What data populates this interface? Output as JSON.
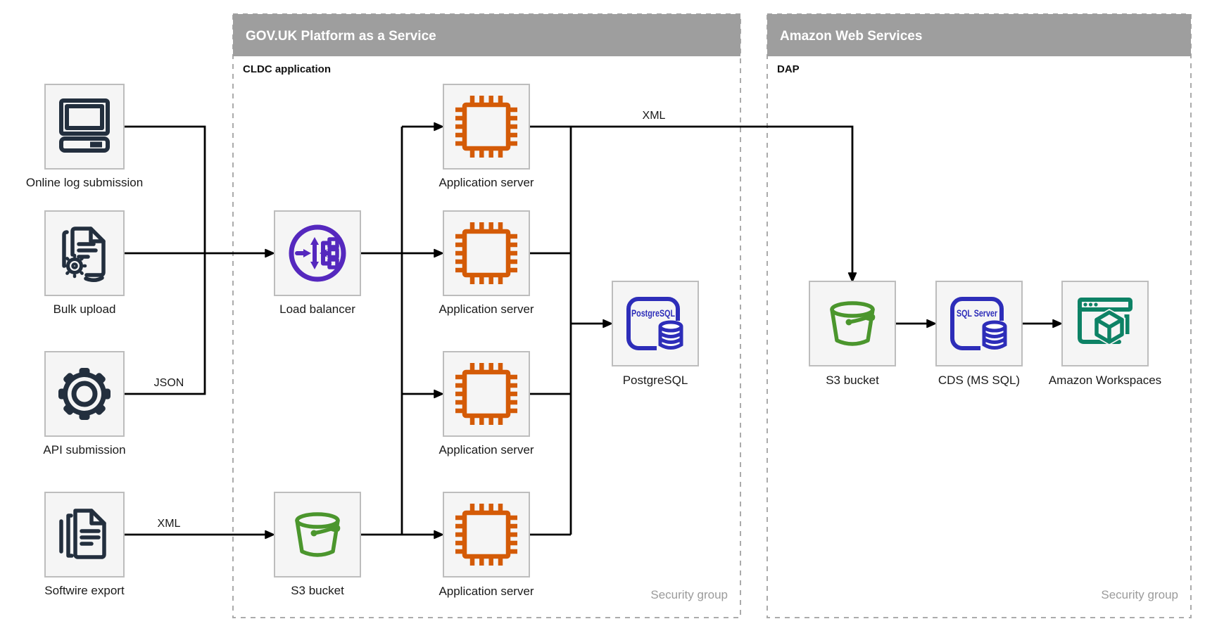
{
  "diagram_type": "architecture-diagram",
  "external_sources": {
    "online_log": {
      "label": "Online log submission",
      "icon": "computer-icon"
    },
    "bulk_upload": {
      "label": "Bulk upload",
      "icon": "document-gear-icon"
    },
    "api_submission": {
      "label": "API submission",
      "icon": "gear-icon"
    },
    "softwire_export": {
      "label": "Softwire export",
      "icon": "documents-stack-icon"
    }
  },
  "govuk": {
    "title": "GOV.UK Platform as a Service",
    "subtitle": "CLDC application",
    "security_label": "Security group",
    "load_balancer": {
      "label": "Load balancer",
      "icon": "load-balancer-icon"
    },
    "s3_bucket": {
      "label": "S3 bucket",
      "icon": "s3-bucket-icon"
    },
    "app_servers": [
      {
        "label": "Application server",
        "icon": "chip-icon"
      },
      {
        "label": "Application server",
        "icon": "chip-icon"
      },
      {
        "label": "Application server",
        "icon": "chip-icon"
      },
      {
        "label": "Application server",
        "icon": "chip-icon"
      }
    ],
    "postgresql": {
      "label": "PostgreSQL",
      "icon_text": "PostgreSQL",
      "icon": "postgresql-icon"
    }
  },
  "aws": {
    "title": "Amazon Web Services",
    "subtitle": "DAP",
    "security_label": "Security group",
    "s3_bucket": {
      "label": "S3 bucket",
      "icon": "s3-bucket-icon"
    },
    "cds": {
      "label": "CDS (MS SQL)",
      "icon_text": "SQL Server",
      "icon": "sql-server-icon"
    },
    "workspaces": {
      "label": "Amazon Workspaces",
      "icon": "workspaces-icon"
    }
  },
  "edge_labels": {
    "api_to_lb": "JSON",
    "softwire_to_s3": "XML",
    "app_to_aws": "XML"
  },
  "colors": {
    "source_icon_navy": "#232F3E",
    "app_server_orange": "#D45B07",
    "load_balancer_purple": "#5528BE",
    "s3_green": "#4B962D",
    "database_blue": "#2D2DB9",
    "workspaces_teal": "#0D8265",
    "header_gray": "#9E9E9E",
    "node_fill": "#F5F5F5",
    "node_border": "#BDBDBD",
    "dashed_border": "#ABABAB",
    "edge_black": "#000000",
    "security_text_gray": "#9B9B9B"
  }
}
